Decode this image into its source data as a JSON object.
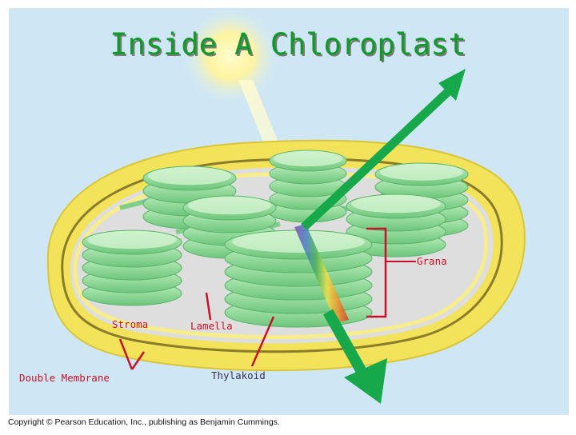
{
  "title": "Inside A Chloroplast",
  "labels": {
    "grana": "Grana",
    "stroma": "Stroma",
    "lamella": "Lamella",
    "double_membrane": "Double Membrane",
    "thylakoid": "Thylakoid"
  },
  "copyright": "Copyright © Pearson Education, Inc., publishing as Benjamin Cummings.",
  "colors": {
    "sky": "#cde6f4",
    "outer_membrane": "#f3e35a",
    "stroma": "#dcdcdc",
    "thylakoid": "#8fdc9a",
    "arrow": "#16a84a",
    "label_red": "#c4122a",
    "bracket": "#c4122a",
    "title_green": "#0f9a2a"
  }
}
